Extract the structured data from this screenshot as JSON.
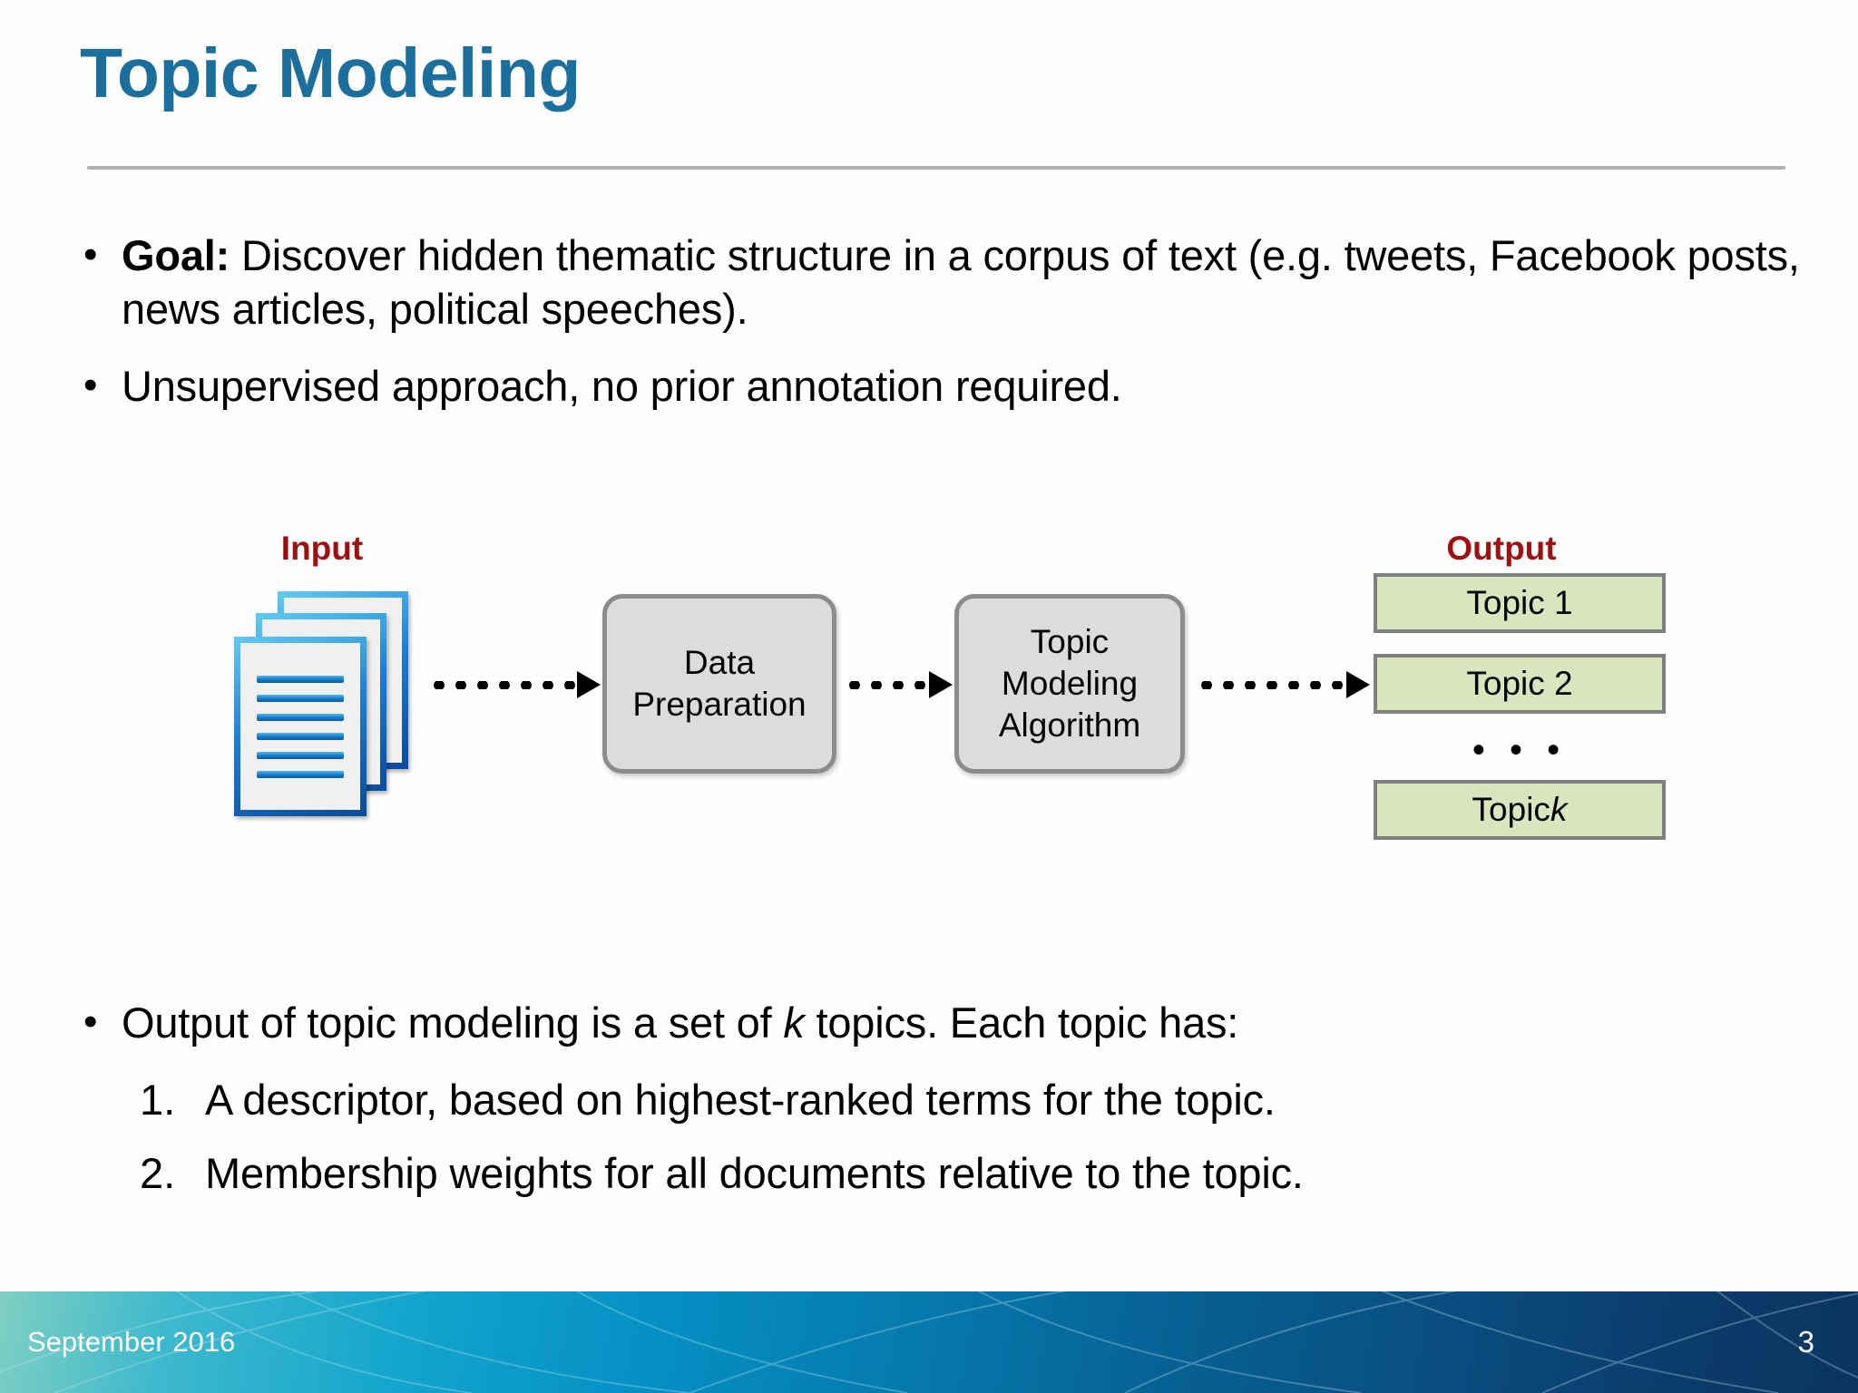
{
  "slide": {
    "title": "Topic Modeling",
    "title_color": "#1c6f9c"
  },
  "bullets": [
    {
      "marker": "•",
      "bold_lead": "Goal:",
      "text": " Discover hidden thematic structure in a corpus of text (e.g. tweets, Facebook posts, news articles, political speeches)."
    },
    {
      "marker": "•",
      "text": "Unsupervised approach, no prior annotation required."
    }
  ],
  "diagram": {
    "input_label": "Input",
    "output_label": "Output",
    "label_color": "#9c1111",
    "input_icon": "document-stack-icon",
    "process_boxes": [
      {
        "label": "Data\nPreparation",
        "line1": "Data",
        "line2": "Preparation"
      },
      {
        "label": "Topic Modeling Algorithm",
        "line1": "Topic",
        "line2": "Modeling",
        "line3": "Algorithm"
      }
    ],
    "box_fill": "#dcdcdc",
    "box_border": "#8c8c8c",
    "topic_fill": "#d9e6bd",
    "topic_border": "#808080",
    "topics": [
      {
        "label": "Topic 1"
      },
      {
        "label": "Topic 2"
      },
      {
        "label": "Topic ",
        "italic": "k"
      }
    ],
    "ellipsis": "• • •",
    "arrows": [
      "dotted-arrow-1",
      "dotted-arrow-2",
      "dotted-arrow-3"
    ]
  },
  "lower": {
    "bullet_marker": "•",
    "lead_pre": "Output of topic modeling is a set of ",
    "lead_italic": "k",
    "lead_post": " topics. Each topic has:",
    "items": [
      {
        "marker": "1.",
        "text": "A descriptor, based on highest-ranked terms for the topic."
      },
      {
        "marker": "2.",
        "text": "Membership weights for all documents relative to the topic."
      }
    ]
  },
  "footer": {
    "date": "September 2016",
    "page_number": "3"
  }
}
